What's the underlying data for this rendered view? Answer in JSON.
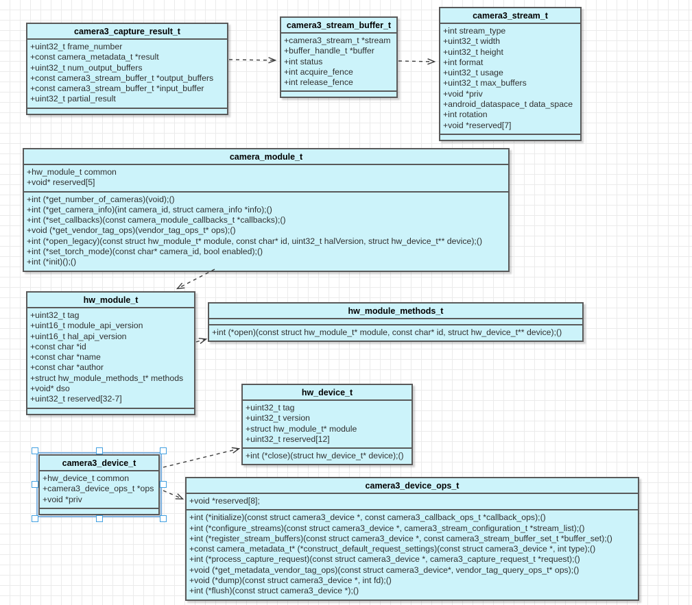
{
  "diagram": {
    "colors": {
      "class_fill": "#ccf3fa",
      "class_border": "#595959",
      "selection_blue": "#3f9fe0",
      "grid_line": "#ebebeb",
      "connector": "#3a3a3a"
    },
    "classes": {
      "capture_result": {
        "title": "camera3_capture_result_t",
        "attributes": [
          "+uint32_t frame_number",
          "+const camera_metadata_t *result",
          "+uint32_t num_output_buffers",
          "+const camera3_stream_buffer_t *output_buffers",
          "+const camera3_stream_buffer_t *input_buffer",
          "+uint32_t partial_result"
        ],
        "methods": []
      },
      "stream_buffer": {
        "title": "camera3_stream_buffer_t",
        "attributes": [
          "+camera3_stream_t *stream",
          "+buffer_handle_t *buffer",
          "+int status",
          "+int acquire_fence",
          "+int release_fence"
        ],
        "methods": []
      },
      "stream": {
        "title": "camera3_stream_t",
        "attributes": [
          "+int stream_type",
          "+uint32_t width",
          "+uint32_t height",
          "+int format",
          "+uint32_t usage",
          "+uint32_t max_buffers",
          "+void *priv",
          "+android_dataspace_t data_space",
          "+int rotation",
          "+void *reserved[7]"
        ],
        "methods": []
      },
      "camera_module": {
        "title": "camera_module_t",
        "attributes": [
          "+hw_module_t common",
          "+void* reserved[5]"
        ],
        "methods": [
          "+int (*get_number_of_cameras)(void);()",
          "+int (*get_camera_info)(int camera_id, struct camera_info *info);()",
          "+int (*set_callbacks)(const camera_module_callbacks_t *callbacks);()",
          "+void (*get_vendor_tag_ops)(vendor_tag_ops_t* ops);()",
          "+int (*open_legacy)(const struct hw_module_t* module, const char* id, uint32_t halVersion, struct hw_device_t** device);()",
          "+int (*set_torch_mode)(const char* camera_id, bool enabled);()",
          "+int (*init)();()"
        ]
      },
      "hw_module": {
        "title": "hw_module_t",
        "attributes": [
          "+uint32_t tag",
          "+uint16_t module_api_version",
          "+uint16_t hal_api_version",
          "+const char *id",
          "+const char *name",
          "+const char *author",
          "+struct hw_module_methods_t* methods",
          "+void* dso",
          "+uint32_t reserved[32-7]"
        ],
        "methods": []
      },
      "hw_module_methods": {
        "title": "hw_module_methods_t",
        "attributes": [],
        "methods": [
          "+int (*open)(const struct hw_module_t* module, const char* id, struct hw_device_t** device);()"
        ]
      },
      "hw_device": {
        "title": "hw_device_t",
        "attributes": [
          "+uint32_t tag",
          "+uint32_t version",
          "+struct hw_module_t* module",
          "+uint32_t reserved[12]"
        ],
        "methods": [
          "+int (*close)(struct hw_device_t* device);()"
        ]
      },
      "camera3_device": {
        "title": "camera3_device_t",
        "attributes": [
          "+hw_device_t common",
          "+camera3_device_ops_t *ops",
          "+void *priv"
        ],
        "methods": [],
        "selected": true
      },
      "camera3_device_ops": {
        "title": "camera3_device_ops_t",
        "attributes": [
          "+void *reserved[8];"
        ],
        "methods": [
          "+int (*initialize)(const struct camera3_device *, const camera3_callback_ops_t *callback_ops);()",
          "+int (*configure_streams)(const struct camera3_device *, camera3_stream_configuration_t *stream_list);()",
          "+int (*register_stream_buffers)(const struct camera3_device *, const camera3_stream_buffer_set_t *buffer_set);()",
          "+const camera_metadata_t* (*construct_default_request_settings)(const struct camera3_device *, int type);()",
          "+int (*process_capture_request)(const struct camera3_device *, camera3_capture_request_t *request);()",
          "+void (*get_metadata_vendor_tag_ops)(const struct camera3_device*, vendor_tag_query_ops_t* ops);()",
          "+void (*dump)(const struct camera3_device *, int fd);()",
          "+int (*flush)(const struct camera3_device *);()"
        ]
      }
    },
    "connections": [
      {
        "from": "camera3_capture_result_t",
        "to": "camera3_stream_buffer_t",
        "line_style": "dashed",
        "arrowhead": "open"
      },
      {
        "from": "camera3_stream_buffer_t",
        "to": "camera3_stream_t",
        "line_style": "dashed",
        "arrowhead": "open"
      },
      {
        "from": "camera_module_t",
        "to": "hw_module_t",
        "line_style": "dashed",
        "arrowhead": "open"
      },
      {
        "from": "hw_module_t",
        "to": "hw_module_methods_t",
        "line_style": "dashed",
        "arrowhead": "open"
      },
      {
        "from": "camera3_device_t",
        "to": "hw_device_t",
        "line_style": "dashed",
        "arrowhead": "open"
      },
      {
        "from": "camera3_device_t",
        "to": "camera3_device_ops_t",
        "line_style": "dashed",
        "arrowhead": "open"
      }
    ],
    "selected_class": "camera3_device_t"
  }
}
